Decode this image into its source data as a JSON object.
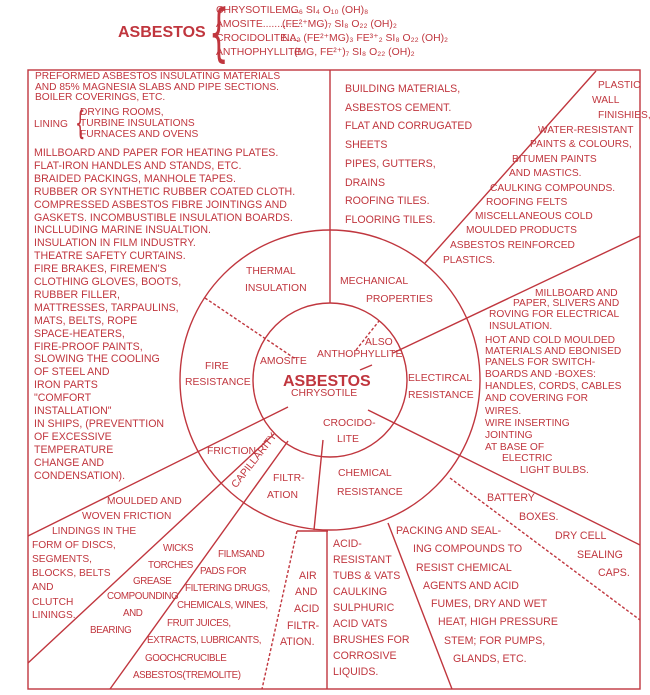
{
  "header": {
    "title": "ASBESTOS",
    "minerals": [
      {
        "name": "CHRYSOTILE......",
        "formula": "Mg₆ Si₄ O₁₀ (OH)₈"
      },
      {
        "name": "AMOSITE..............",
        "formula": "(Fe²⁺Mg)₇ Si₈ O₂₂ (OH)₂"
      },
      {
        "name": "CROCIDOLITE.....",
        "formula": "Na₂ (Fe²⁺Mg)₃ Fe³⁺₂ Si₈ O₂₂ (OH)₂"
      },
      {
        "name": "ANTHOPHYLLITE",
        "formula": "(Mg, Fe²⁺)₇ Si₈ O₂₂ (OH)₂"
      }
    ]
  },
  "center": {
    "title": "ASBESTOS",
    "subtitle": "CHRYSOTILE",
    "amosite": "AMOSITE",
    "also": "ALSO",
    "anthophyllite": "ANTHOPHYLLITE",
    "crocidolite": [
      "CROCIDO-",
      "LITE"
    ]
  },
  "properties": {
    "thermal": [
      "THERMAL",
      "INSULATION"
    ],
    "mechanical": [
      "MECHANICAL",
      "PROPERTIES"
    ],
    "fire": [
      "FIRE",
      "RESISTANCE"
    ],
    "electrical": [
      "ELECTIRCAL",
      "RESISTANCE"
    ],
    "chemical": [
      "CHEMICAL",
      "RESISTANCE"
    ],
    "filtration": [
      "FILTR-",
      "ATION"
    ],
    "friction": [
      "FRICTION"
    ],
    "capillarity": [
      "CAPILLARITY"
    ]
  },
  "uses": {
    "thermal_intro": [
      "PREFORMED ASBESTOS INSULATING MATERIALS",
      "AND 85% MAGNESIA SLABS AND PIPE SECTIONS.",
      "BOILER COVERINGS, ETC."
    ],
    "lining_label": [
      "LINING"
    ],
    "lining_items": [
      "DRYING ROOMS,",
      "TURBINE INSULATIONS",
      "FURNACES AND OVENS"
    ],
    "thermal_fire": [
      "MILLBOARD AND PAPER FOR HEATING PLATES.",
      "FLAT-IRON HANDLES AND STANDS, ETC.",
      "BRAIDED PACKINGS, MANHOLE TAPES.",
      "RUBBER OR SYNTHETIC RUBBER COATED CLOTH.",
      "COMPRESSED ASBESTOS FIBRE JOINTINGS AND",
      "GASKETS. INCOMBUSTIBLE INSULATION BOARDS.",
      "INCLLUDING MARINE INSUALTION.",
      "INSULATION IN FILM INDUSTRY.",
      "THEATRE SAFETY CURTAINS.",
      "FIRE BRAKES, FIREMEN'S",
      "CLOTHING GLOVES, BOOTS,",
      "RUBBER FILLER,",
      "MATTRESSES, TARPAULINS,",
      "MATS, BELTS, ROPE",
      "SPACE-HEATERS,",
      "FIRE-PROOF PAINTS,",
      "SLOWING THE COOLING",
      "OF STEEL AND",
      "IRON PARTS",
      "\"COMFORT",
      "INSTALLATION\"",
      "IN SHIPS, (PREVENTTION",
      "OF EXCESSIVE",
      "TEMPERATURE",
      "CHANGE AND",
      "CONDENSATION)."
    ],
    "building": [
      "BUILDING MATERIALS,",
      "ASBESTOS CEMENT.",
      "FLAT AND CORRUGATED",
      "SHEETS",
      "PIPES, GUTTERS,",
      "DRAINS",
      "ROOFING TILES.",
      "FLOORING TILES."
    ],
    "plastics": [
      "PLASTIC",
      "WALL",
      "FINISHIES,",
      "WATER-RESISTANT",
      "PAINTS & COLOURS,",
      "BITUMEN PAINTS",
      "AND MASTICS.",
      "CAULKING COMPOUNDS.",
      "ROOFING FELTS",
      "MISCELLANEOUS COLD",
      "MOULDED PRODUCTS",
      "ASBESTOS REINFORCED",
      "PLASTICS."
    ],
    "electrical": [
      "MILLBOARD AND",
      "PAPER, SLIVERS AND",
      "ROVING FOR ELECTRICAL",
      "INSULATION.",
      "HOT AND COLD MOULDED",
      "MATERIALS AND EBONISED",
      "PANELS FOR SWITCH-",
      "BOARDS AND -BOXES:",
      "HANDLES, CORDS, CABLES",
      "AND COVERING FOR",
      "WIRES.",
      "WIRE INSERTING",
      "JOINTING",
      "AT BASE OF",
      "ELECTRIC",
      "LIGHT BULBS."
    ],
    "battery": [
      "BATTERY",
      "BOXES.",
      "DRY CELL",
      "SEALING",
      "CAPS."
    ],
    "packing": [
      "PACKING AND SEAL-",
      "ING COMPOUNDS TO",
      "RESIST CHEMICAL",
      "AGENTS AND ACID",
      "FUMES, DRY AND WET",
      "HEAT, HIGH PRESSURE",
      "STEM; FOR PUMPS,",
      "GLANDS, ETC."
    ],
    "acid": [
      "ACID-",
      "RESISTANT",
      "TUBS & VATS",
      "CAULKING",
      "SULPHURIC",
      "ACID VATS",
      "BRUSHES FOR",
      "CORROSIVE",
      "LIQUIDS."
    ],
    "air": [
      "AIR",
      "AND",
      "ACID",
      "FILTR-",
      "ATION."
    ],
    "filtering": [
      "FILMSAND",
      "PADS FOR",
      "FILTERING DRUGS,",
      "CHEMICALS, WINES,",
      "FRUIT JUICES,",
      "EXTRACTS, LUBRICANTS,",
      "GOOCHCRUCIBLE",
      "ASBESTOS(TREMOLITE)"
    ],
    "wicks": [
      "WICKS",
      "TORCHES",
      "GREASE",
      "COMPOUNDING",
      "AND",
      "BEARING"
    ],
    "friction": [
      "MOULDED AND",
      "WOVEN FRICTION",
      "LINDINGS IN THE",
      "FORM OF DISCS,",
      "SEGMENTS,",
      "BLOCKS, BELTS",
      "AND",
      "CLUTCH",
      "LININGS."
    ]
  },
  "colors": {
    "ink": "#c0363e",
    "background": "#ffffff"
  }
}
